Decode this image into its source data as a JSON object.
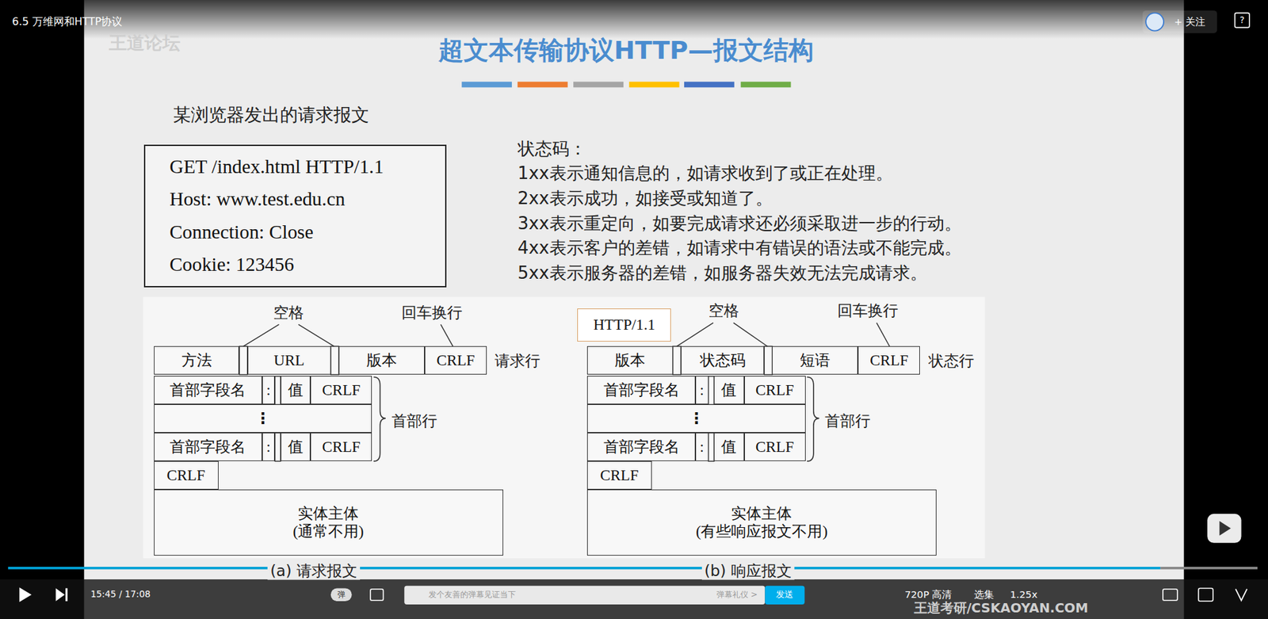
{
  "diagram": {
    "title": "超文本传输协议HTTP—报文结构",
    "nodes": [
      {
        "text": [
          "GET /index.html HTTP/1.1",
          "Host: www.test.edu.cn",
          "Connection: Close",
          "Cookie: 123456"
        ]
      },
      {
        "text": [
          "方法"
        ]
      },
      {
        "text": [
          "URL"
        ]
      },
      {
        "text": [
          "版本"
        ]
      },
      {
        "text": [
          "CRLF"
        ]
      },
      {
        "text": [
          "首部字段名"
        ]
      },
      {
        "text": [
          ":"
        ]
      },
      {
        "text": [
          "值"
        ]
      },
      {
        "text": [
          "CRLF"
        ]
      },
      {
        "text": [
          "⋮"
        ]
      },
      {
        "text": [
          "首部字段名"
        ]
      },
      {
        "text": [
          ":"
        ]
      },
      {
        "text": [
          "值"
        ]
      },
      {
        "text": [
          "CRLF"
        ]
      },
      {
        "text": [
          "CRLF"
        ]
      },
      {
        "text": [
          "实体主体",
          "(通常不用)"
        ]
      },
      {
        "text": [
          "HTTP/1.1"
        ]
      },
      {
        "text": [
          "版本"
        ]
      },
      {
        "text": [
          "状态码"
        ]
      },
      {
        "text": [
          "短语"
        ]
      },
      {
        "text": [
          "CRLF"
        ]
      },
      {
        "text": [
          "首部字段名"
        ]
      },
      {
        "text": [
          ":"
        ]
      },
      {
        "text": [
          "值"
        ]
      },
      {
        "text": [
          "CRLF"
        ]
      },
      {
        "text": [
          "⋮"
        ]
      },
      {
        "text": [
          "首部字段名"
        ]
      },
      {
        "text": [
          ":"
        ]
      },
      {
        "text": [
          "值"
        ]
      },
      {
        "text": [
          "CRLF"
        ]
      },
      {
        "text": [
          "CRLF"
        ]
      },
      {
        "text": [
          "实体主体",
          "(有些响应报文不用)"
        ]
      }
    ],
    "labels": [
      "6.5 万维网和HTTP协议",
      "+ 关注",
      "?",
      "王道论坛",
      "某浏览器发出的请求报文",
      "状态码：",
      "1xx表示通知信息的，如请求收到了或正在处理。",
      "2xx表示成功，如接受或知道了。",
      "3xx表示重定向，如要完成请求还必须采取进一步的行动。",
      "4xx表示客户的差错，如请求中有错误的语法或不能完成。",
      "5xx表示服务器的差错，如服务器失效无法完成请求。",
      "空格",
      "回车换行",
      "请求行",
      "首部行",
      "(a) 请求报文",
      "空格",
      "回车换行",
      "状态行",
      "首部行",
      "(b) 响应报文",
      "15:45 / 17:08",
      "弹",
      "发个友善的弹幕见证当下",
      "弹幕礼仪 >",
      "发送",
      "720P 高清",
      "选集",
      "1.25x",
      "王道考研/CSKAOYAN.COM"
    ]
  }
}
